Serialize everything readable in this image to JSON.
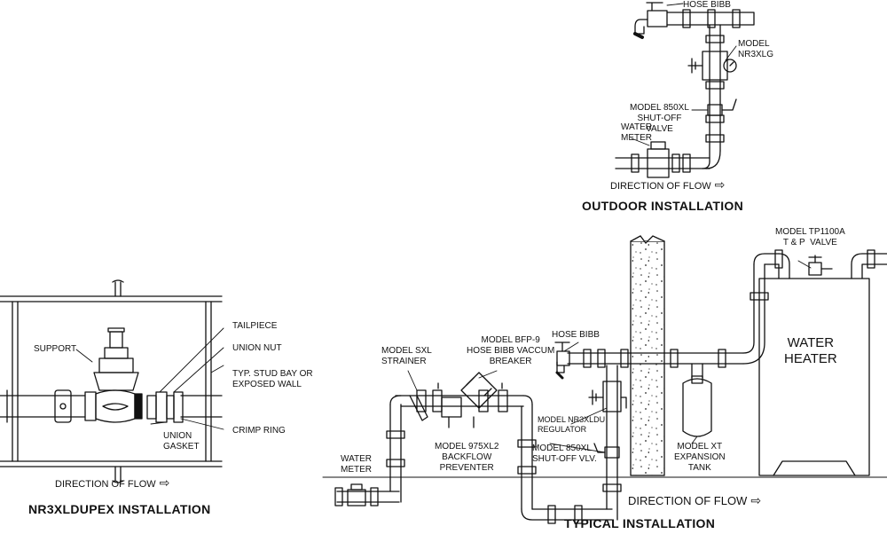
{
  "outdoor": {
    "title": "OUTDOOR INSTALLATION",
    "hose_bibb": "HOSE BIBB",
    "model_nr3xlg": "MODEL\nNR3XLG",
    "shutoff": "MODEL 850XL\nSHUT-OFF\nVALVE",
    "water_meter": "WATER\nMETER",
    "direction": "DIRECTION OF FLOW"
  },
  "dupex": {
    "title": "NR3XLDUPEX INSTALLATION",
    "support": "SUPPORT",
    "tailpiece": "TAILPIECE",
    "union_nut": "UNION NUT",
    "stud_bay": "TYP. STUD BAY OR\nEXPOSED WALL",
    "union_gasket": "UNION\nGASKET",
    "crimp_ring": "CRIMP RING",
    "direction": "DIRECTION OF FLOW"
  },
  "typical": {
    "title": "TYPICAL INSTALLATION",
    "tp_valve": "MODEL TP1100A\nT & P  VALVE",
    "water_heater": "WATER\nHEATER",
    "model_sxl": "MODEL SXL\nSTRAINER",
    "model_bfp": "MODEL BFP-9\nHOSE BIBB VACCUM\nBREAKER",
    "hose_bibb": "HOSE BIBB",
    "regulator": "MODEL NR3XLDU\nREGULATOR",
    "model_975": "MODEL 975XL2\nBACKFLOW\nPREVENTER",
    "shutoff": "MODEL 850XL\nSHUT-OFF VLV.",
    "water_meter": "WATER\nMETER",
    "expansion": "MODEL XT\nEXPANSION\nTANK",
    "direction": "DIRECTION OF FLOW"
  },
  "icons": {
    "arrow": "⇨"
  }
}
